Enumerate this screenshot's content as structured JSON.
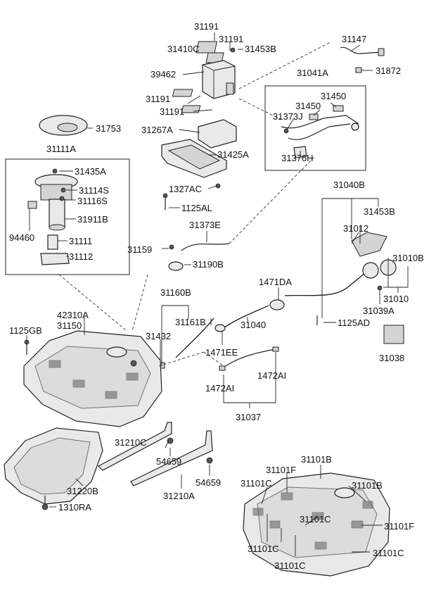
{
  "labels": {
    "l31191_top": "31191",
    "l31191_b": "31191",
    "l31410C": "31410C",
    "l31453B_top": "31453B",
    "l39462": "39462",
    "l31147": "31147",
    "l31872": "31872",
    "l31041A": "31041A",
    "l31450_a": "31450",
    "l31450_b": "31450",
    "l31373J": "31373J",
    "l31376H": "31376H",
    "l31191_c": "31191",
    "l31191_d": "31191",
    "l31753": "31753",
    "l31267A": "31267A",
    "l31111A": "31111A",
    "l31425A": "31425A",
    "l31435A": "31435A",
    "l1327AC": "1327AC",
    "l31114S": "31114S",
    "l31116S": "31116S",
    "l1125AL": "1125AL",
    "l31911B": "31911B",
    "l94460": "94460",
    "l31111": "31111",
    "l31112": "31112",
    "l31373E": "31373E",
    "l31159": "31159",
    "l31190B": "31190B",
    "l31040B": "31040B",
    "l31453B_r": "31453B",
    "l31012": "31012",
    "l31010B": "31010B",
    "l1471DA": "1471DA",
    "l31010": "31010",
    "l31039A": "31039A",
    "l31160B": "31160B",
    "l31161B": "31161B",
    "l42310A": "42310A",
    "l31150": "31150",
    "l31432": "31432",
    "l31040": "31040",
    "l1125AD": "1125AD",
    "l1125GB": "1125GB",
    "l1471EE": "1471EE",
    "l31038": "31038",
    "l1472AI_l": "1472AI",
    "l1472AI_r": "1472AI",
    "l31037": "31037",
    "l31210C": "31210C",
    "l54659_a": "54659",
    "l54659_b": "54659",
    "l31220B": "31220B",
    "l31210A": "31210A",
    "l1310RA": "1310RA",
    "l31101B_a": "31101B",
    "l31101F_a": "31101F",
    "l31101C_a": "31101C",
    "l31101B_b": "31101B",
    "l31101C_b": "31101C",
    "l31101F_b": "31101F",
    "l31101C_c": "31101C",
    "l31101C_d": "31101C",
    "l31101C_e": "31101C"
  }
}
